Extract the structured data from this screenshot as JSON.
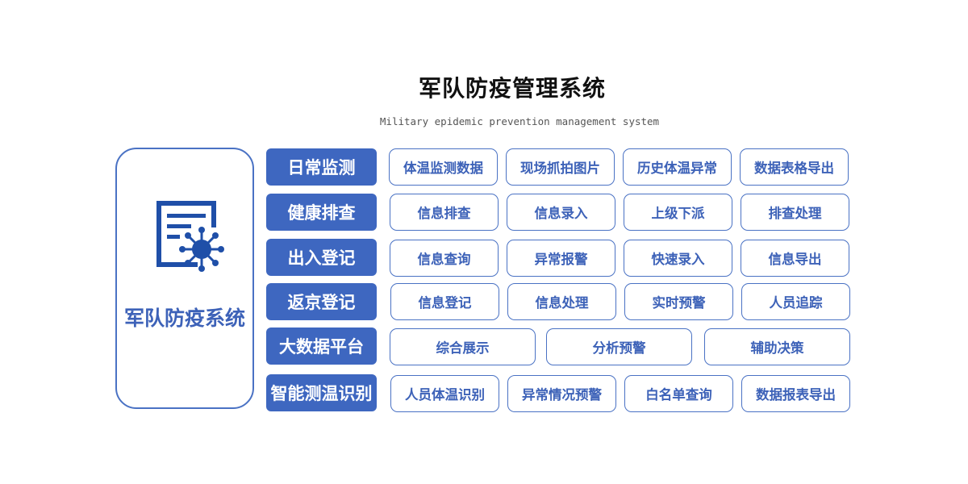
{
  "header": {
    "title": "军队防疫管理系统",
    "subtitle": "Military epidemic prevention management system"
  },
  "system": {
    "name": "军队防疫系统",
    "icon": "document-virus-icon",
    "accent_color": "#3e67c0",
    "icon_color": "#1f4fa8"
  },
  "modules": [
    {
      "name": "日常监测",
      "features": [
        "体温监测数据",
        "现场抓拍图片",
        "历史体温异常",
        "数据表格导出"
      ]
    },
    {
      "name": "健康排查",
      "features": [
        "信息排查",
        "信息录入",
        "上级下派",
        "排查处理"
      ]
    },
    {
      "name": "出入登记",
      "features": [
        "信息查询",
        "异常报警",
        "快速录入",
        "信息导出"
      ]
    },
    {
      "name": "返京登记",
      "features": [
        "信息登记",
        "信息处理",
        "实时预警",
        "人员追踪"
      ]
    },
    {
      "name": "大数据平台",
      "features": [
        "综合展示",
        "分析预警",
        "辅助决策"
      ]
    },
    {
      "name": "智能测温识别",
      "features": [
        "人员体温识别",
        "异常情况预警",
        "白名单查询",
        "数据报表导出"
      ]
    }
  ]
}
